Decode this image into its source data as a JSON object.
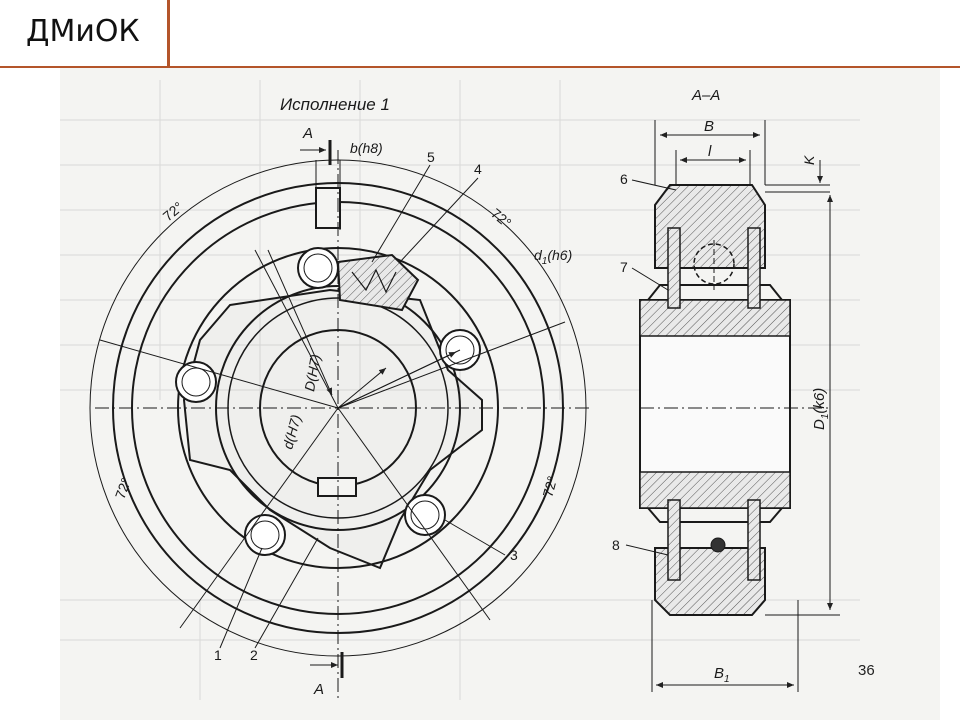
{
  "slide": {
    "title": "ДМиОК",
    "page_number": "36",
    "accent_color": "#b4552a"
  },
  "drawing": {
    "front_view_title": "Исполнение 1",
    "section_label_top": "A",
    "section_label_bottom": "A",
    "dim_b": "b(h8)",
    "dim_d1": "d",
    "dim_d1_sub": "1",
    "dim_d1_tol": "(h6)",
    "dim_D": "D(H7)",
    "dim_d": "d(H7)",
    "angle_top_left": "72°",
    "angle_top_right": "72°",
    "angle_bottom_left": "72°",
    "angle_bottom_right": "72°",
    "callouts": [
      "1",
      "2",
      "3",
      "4",
      "5"
    ],
    "section_view_title": "A–A",
    "dim_B": "B",
    "dim_l": "l",
    "dim_K": "K",
    "dim_D1": "D",
    "dim_D1_sub": "1",
    "dim_D1_tol": "(k6)",
    "dim_B1": "B",
    "dim_B1_sub": "1",
    "section_callouts": [
      "6",
      "7",
      "8"
    ]
  }
}
